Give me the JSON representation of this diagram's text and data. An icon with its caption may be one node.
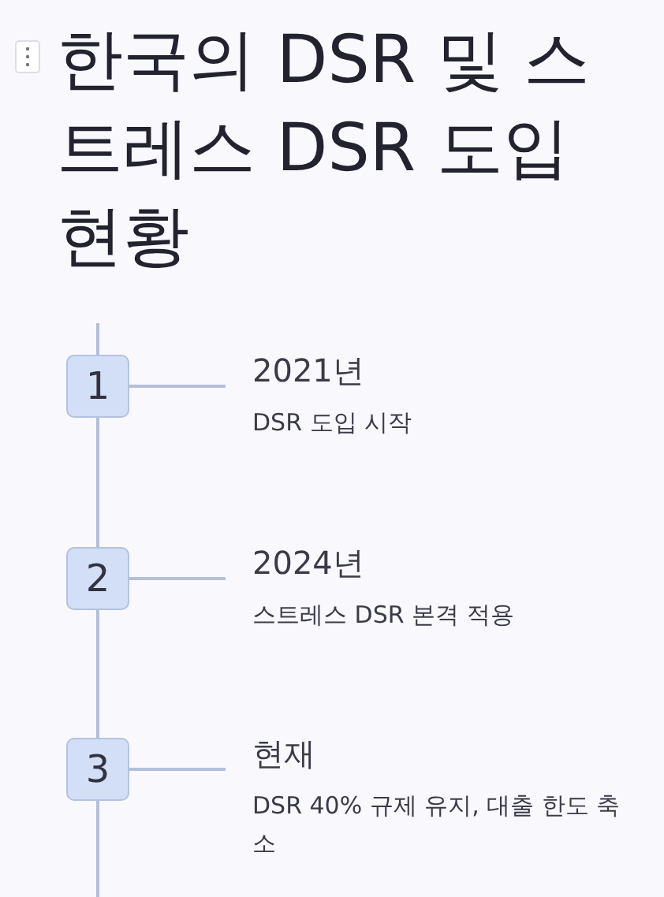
{
  "diagram": {
    "title": "한국의 DSR 및 스트레스 DSR 도입 현황",
    "nodes": [
      {
        "text": [
          "1"
        ]
      },
      {
        "text": [
          "2021년",
          "DSR 도입 시작"
        ]
      },
      {
        "text": [
          "2"
        ]
      },
      {
        "text": [
          "2024년",
          "스트레스 DSR 본격 적용"
        ]
      },
      {
        "text": [
          "3"
        ]
      },
      {
        "text": [
          "현재",
          "DSR 40% 규제 유지, 대출 한도 축소"
        ]
      }
    ],
    "edges": [
      {
        "from": 0,
        "to": 1,
        "arrow": "none"
      },
      {
        "from": 2,
        "to": 3,
        "arrow": "none"
      },
      {
        "from": 4,
        "to": 5,
        "arrow": "none"
      },
      {
        "from": 0,
        "to": 2,
        "arrow": "none"
      },
      {
        "from": 2,
        "to": 4,
        "arrow": "none"
      }
    ]
  }
}
